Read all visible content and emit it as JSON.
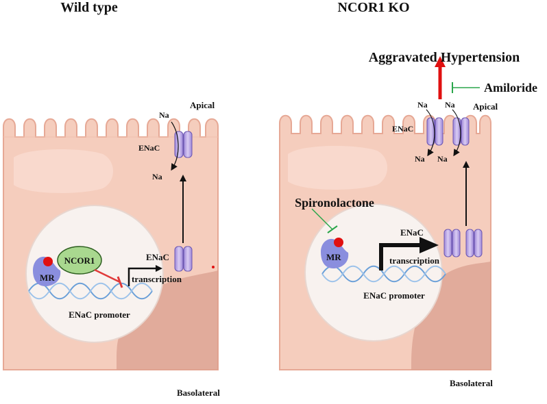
{
  "panels": {
    "left": {
      "title": "Wild type",
      "apical": "Apical",
      "basolateral": "Basolateral",
      "enac_channel": "ENaC",
      "na_top": "Na",
      "na_bottom": "Na",
      "mr": "MR",
      "ncor1": "NCOR1",
      "enac_gene": "ENaC",
      "transcription": "transcription",
      "promoter": "ENaC promoter"
    },
    "right": {
      "title": "NCOR1 KO",
      "apical": "Apical",
      "basolateral": "Basolateral",
      "enac_channel": "ENaC",
      "na_top_1": "Na",
      "na_top_2": "Na",
      "na_bottom_1": "Na",
      "na_bottom_2": "Na",
      "mr": "MR",
      "spironolactone": "Spironolactone",
      "enac_gene": "ENaC",
      "transcription": "transcription",
      "promoter": "ENaC promoter",
      "outcome": "Aggravated Hypertension",
      "amiloride": "Amiloride"
    }
  },
  "colors": {
    "cell": "#f5cdbd",
    "cell_outline": "#e6a895",
    "nucleus": "#f8f2ef",
    "mr": "#8a8ede",
    "ligand": "#e01010",
    "ncor1": "#a9d88f",
    "inhibit_red": "#e03a3a",
    "inhibit_green": "#2aa64a",
    "channel": "#b9a6e2",
    "dna": "#6a9fd8"
  }
}
